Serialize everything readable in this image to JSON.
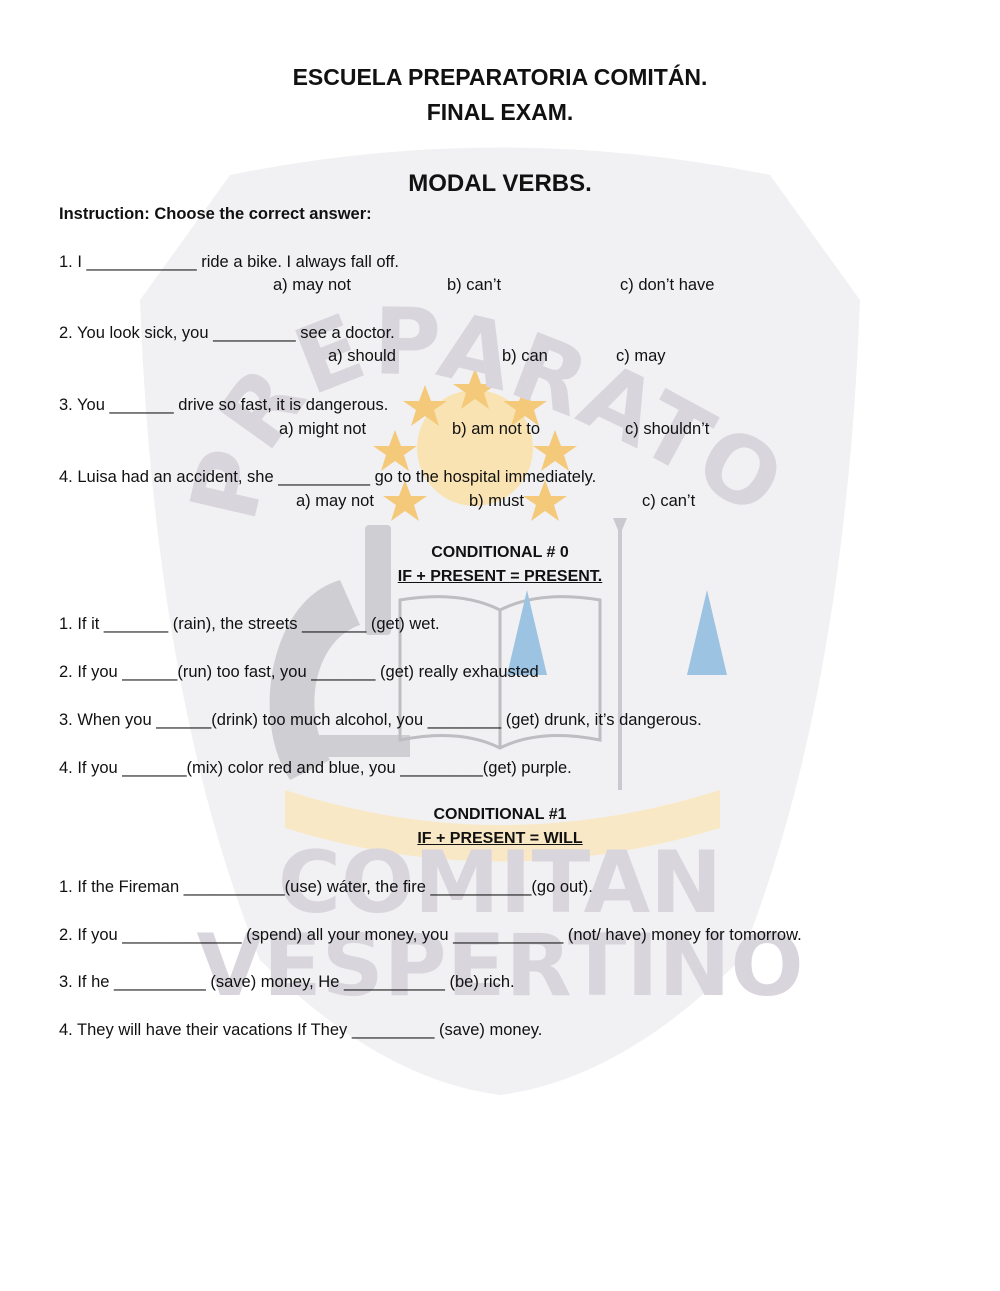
{
  "header": {
    "school": "ESCUELA PREPARATORIA COMITÁN.",
    "exam": "FINAL EXAM."
  },
  "modal": {
    "title": "MODAL VERBS.",
    "instruction": "Instruction: Choose the correct answer:",
    "questions": [
      {
        "text": "1. I ____________ ride a bike. I always fall off.",
        "options": [
          "a) may not",
          "b) can’t",
          "c) don’t have"
        ]
      },
      {
        "text": "2. You look sick, you _________ see a doctor.",
        "options": [
          "a) should",
          "b) can",
          "c) may"
        ]
      },
      {
        "text": "3. You _______ drive so fast, it is dangerous.",
        "options": [
          "a) might not",
          "b) am not to",
          "c) shouldn’t"
        ]
      },
      {
        "text": "4. Luisa had an accident, she __________ go to the hospital immediately.",
        "options": [
          "a) may not",
          "b) must",
          "c) can’t"
        ]
      }
    ]
  },
  "cond0": {
    "title": "CONDITIONAL # 0",
    "formula": "IF + PRESENT = PRESENT.",
    "items": [
      "1. If it _______ (rain), the streets _______ (get) wet.",
      "2. If you ______(run) too fast, you _______ (get) really exhausted",
      "3. When you ______(drink) too much alcohol, you ________ (get) drunk, it’s dangerous.",
      "4. If you _______(mix) color red and blue, you _________(get) purple."
    ]
  },
  "cond1": {
    "title": "CONDITIONAL #1",
    "formula": "IF + PRESENT = WILL",
    "items": [
      "1. If the Fireman ___________(use) wáter, the fire ___________(go out).",
      "2. If you _____________ (spend) all your money, you ____________ (not/ have) money for tomorrow.",
      "3. If he __________ (save) money, He ___________ (be) rich.",
      "4. They will have their vacations If They _________ (save) money."
    ]
  },
  "watermark": {
    "arc_text": "PREPARATORIA",
    "line1": "COMITAN",
    "line2": "VESPERTINO"
  }
}
